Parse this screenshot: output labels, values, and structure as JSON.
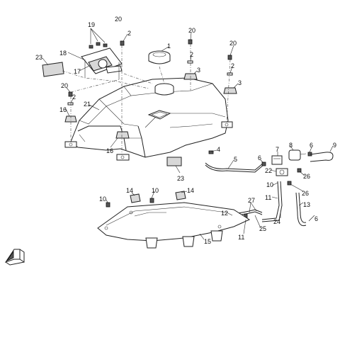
{
  "callouts": [
    {
      "id": "c1",
      "text": "1"
    },
    {
      "id": "c2a",
      "text": "2"
    },
    {
      "id": "c2b",
      "text": "2"
    },
    {
      "id": "c2c",
      "text": "2"
    },
    {
      "id": "c2d",
      "text": "2"
    },
    {
      "id": "c3a",
      "text": "3"
    },
    {
      "id": "c3b",
      "text": "3"
    },
    {
      "id": "c4",
      "text": "4"
    },
    {
      "id": "c5",
      "text": "5"
    },
    {
      "id": "c6a",
      "text": "6"
    },
    {
      "id": "c6b",
      "text": "6"
    },
    {
      "id": "c6c",
      "text": "6"
    },
    {
      "id": "c7",
      "text": "7"
    },
    {
      "id": "c8",
      "text": "8"
    },
    {
      "id": "c9",
      "text": "9"
    },
    {
      "id": "c10a",
      "text": "10"
    },
    {
      "id": "c10b",
      "text": "10"
    },
    {
      "id": "c10c",
      "text": "10"
    },
    {
      "id": "c11a",
      "text": "11"
    },
    {
      "id": "c11b",
      "text": "11"
    },
    {
      "id": "c12",
      "text": "12"
    },
    {
      "id": "c13",
      "text": "13"
    },
    {
      "id": "c14a",
      "text": "14"
    },
    {
      "id": "c14b",
      "text": "14"
    },
    {
      "id": "c15",
      "text": "15"
    },
    {
      "id": "c16a",
      "text": "16"
    },
    {
      "id": "c16b",
      "text": "16"
    },
    {
      "id": "c17",
      "text": "17"
    },
    {
      "id": "c18",
      "text": "18"
    },
    {
      "id": "c19",
      "text": "19"
    },
    {
      "id": "c20a",
      "text": "20"
    },
    {
      "id": "c20b",
      "text": "20"
    },
    {
      "id": "c20c",
      "text": "20"
    },
    {
      "id": "c20d",
      "text": "20"
    },
    {
      "id": "c21",
      "text": "21"
    },
    {
      "id": "c22",
      "text": "22"
    },
    {
      "id": "c23a",
      "text": "23"
    },
    {
      "id": "c23b",
      "text": "23"
    },
    {
      "id": "c24",
      "text": "24"
    },
    {
      "id": "c25",
      "text": "25"
    },
    {
      "id": "c26a",
      "text": "26"
    },
    {
      "id": "c26b",
      "text": "26"
    },
    {
      "id": "c27",
      "text": "27"
    }
  ],
  "direction_indicator": {
    "icon": "front-arrow-icon"
  }
}
